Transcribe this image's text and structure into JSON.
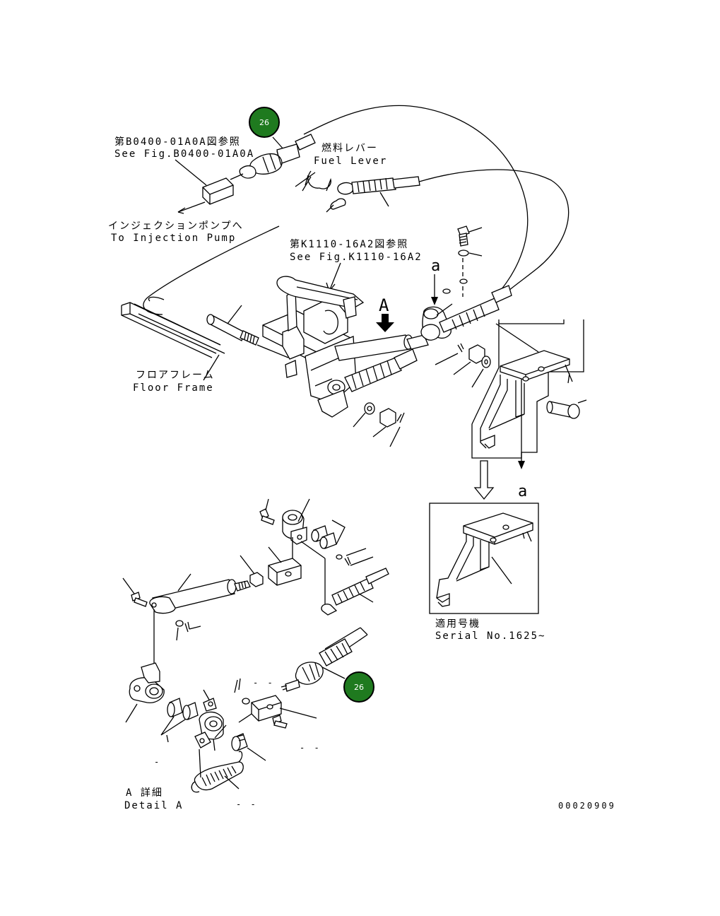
{
  "labels": {
    "ref_b0400_jp": "第B0400-01A0A図参照",
    "ref_b0400_en": "See Fig.B0400-01A0A",
    "fuel_lever_jp": "燃料レバー",
    "fuel_lever_en": "Fuel Lever",
    "to_pump_jp": "インジェクションポンプへ",
    "to_pump_en": "To Injection Pump",
    "ref_k1110_jp": "第K1110-16A2図参照",
    "ref_k1110_en": "See Fig.K1110-16A2",
    "floor_frame_jp": "フロアフレーム",
    "floor_frame_en": "Floor Frame",
    "detail_arrow": "A",
    "view_a_top": "a",
    "view_a_bottom": "a",
    "serial_jp": "適用号機",
    "serial_en": "Serial No.1625~",
    "detail_a_jp": "A 詳細",
    "detail_a_en": "Detail A",
    "drawing_number": "00020909"
  },
  "badges": [
    {
      "number": "26"
    },
    {
      "number": "26"
    }
  ],
  "colors": {
    "line": "#000000",
    "background": "#ffffff",
    "badge_fill": "#1f7a1f",
    "badge_ring": "#000000",
    "badge_text": "#ffffff"
  }
}
